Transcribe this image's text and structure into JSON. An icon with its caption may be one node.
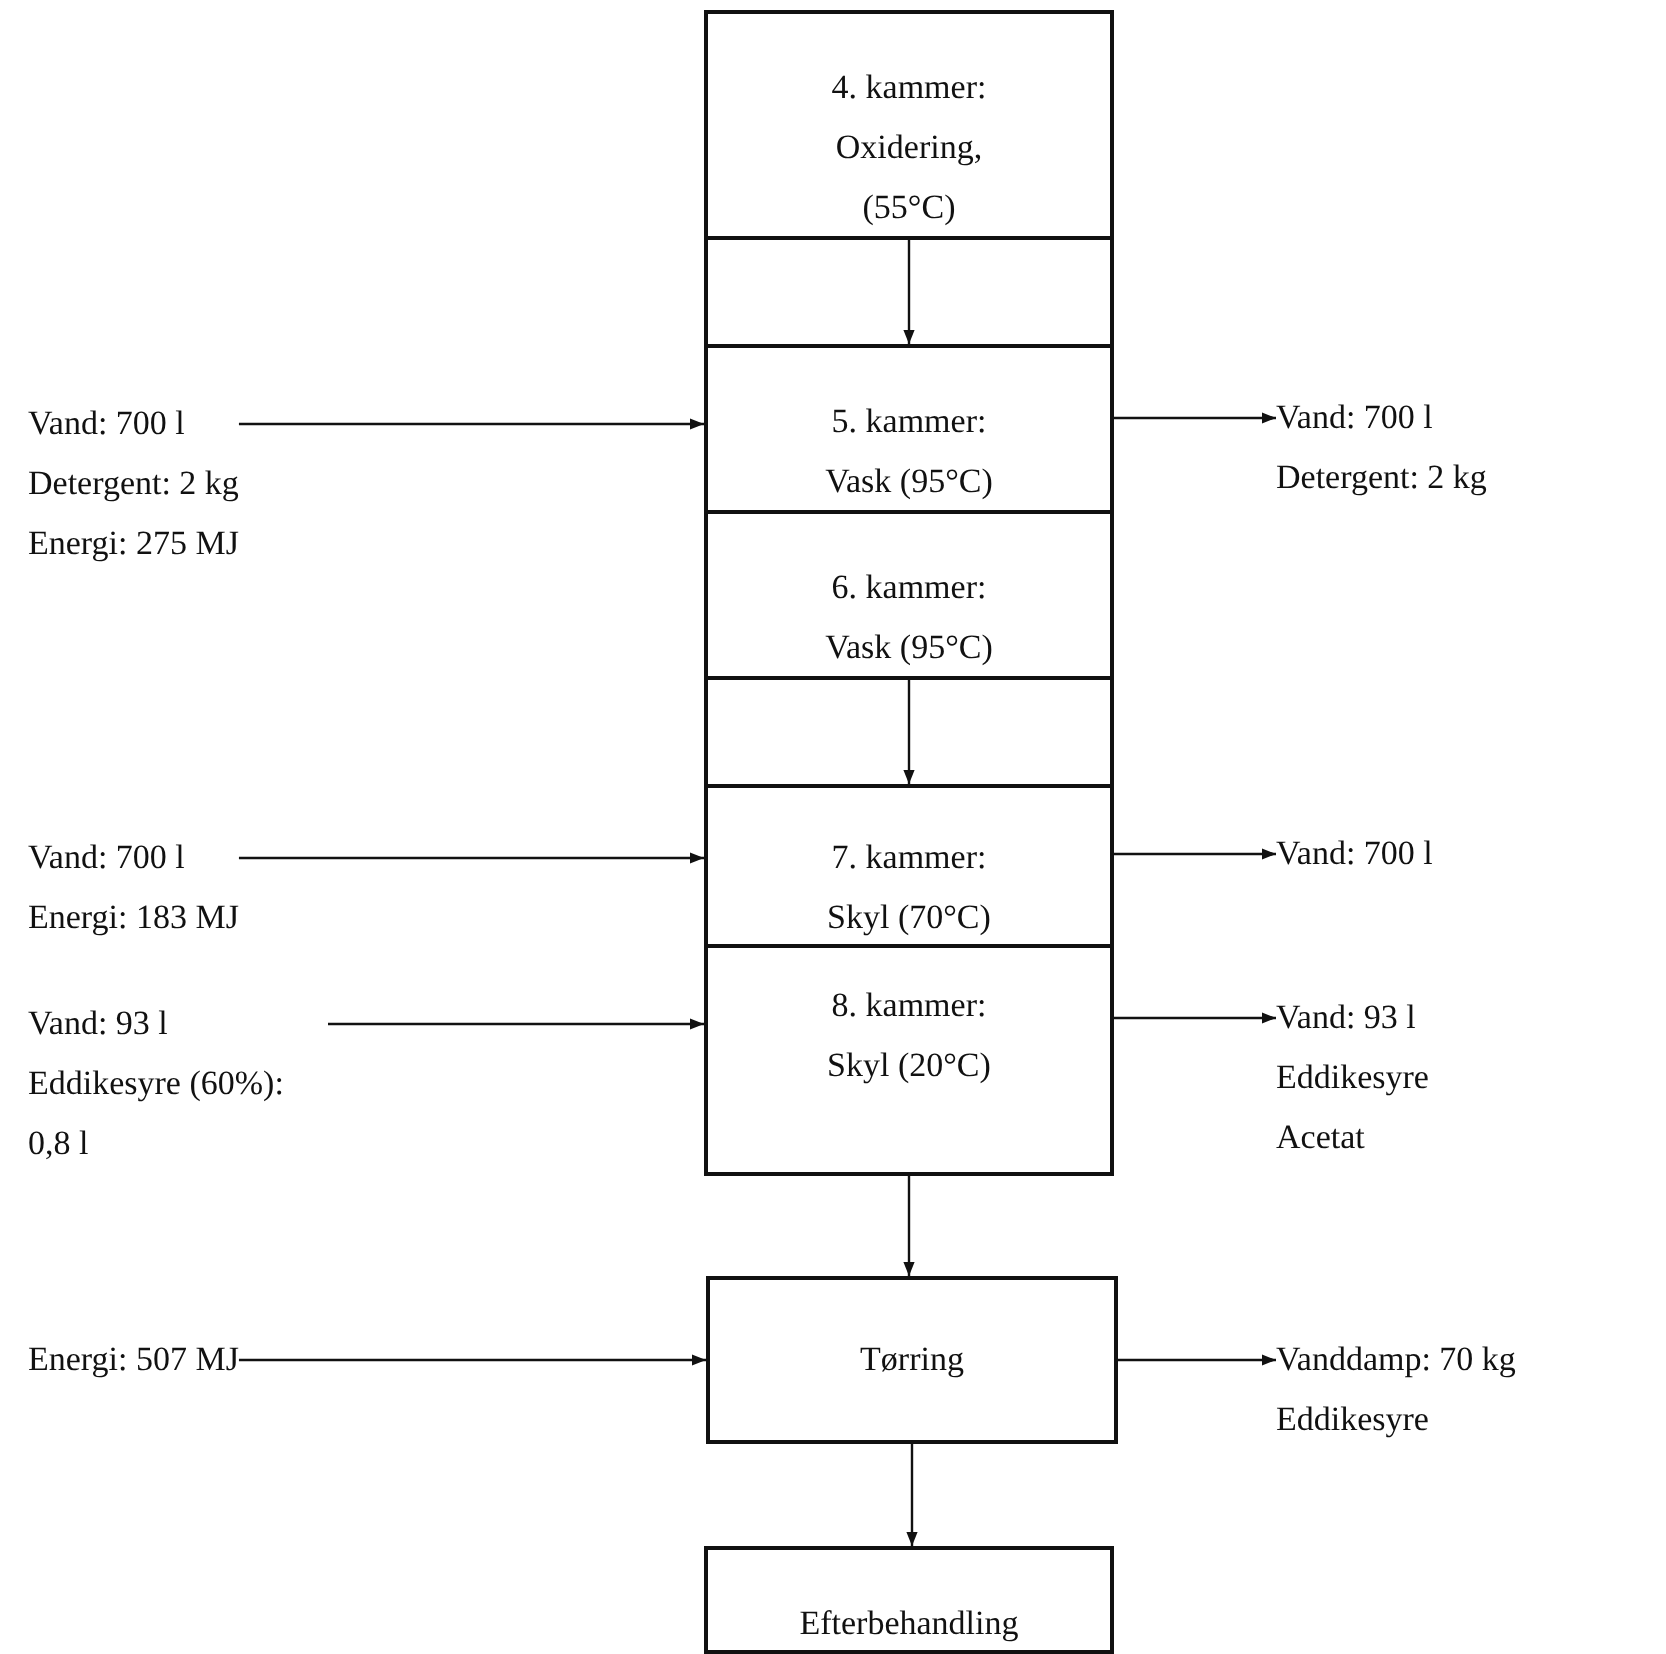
{
  "diagram": {
    "nodes": [
      {
        "text": [
          "4. kammer: Oxidering, (55°C)"
        ]
      },
      {
        "text": [
          "5. kammer: Vask (95°C)"
        ]
      },
      {
        "text": [
          "6. kammer: Vask (95°C)"
        ]
      },
      {
        "text": [
          "7. kammer: Skyl (70°C)"
        ]
      },
      {
        "text": [
          "8. kammer: Skyl (20°C)"
        ]
      },
      {
        "text": [
          "Tørring"
        ]
      },
      {
        "text": [
          "Efterbehandling"
        ]
      },
      {
        "text": [
          "Vand: 700 l",
          "Detergent: 2 kg",
          "Energi: 275 MJ"
        ]
      },
      {
        "text": [
          "Vand: 700 l",
          "Detergent: 2 kg"
        ]
      },
      {
        "text": [
          "Vand: 700 l",
          "Energi: 183 MJ"
        ]
      },
      {
        "text": [
          "Vand: 700 l"
        ]
      },
      {
        "text": [
          "Vand: 93 l",
          "Eddikesyre (60%): 0,8 l"
        ]
      },
      {
        "text": [
          "Vand: 93 l",
          "Eddikesyre",
          "Acetat"
        ]
      },
      {
        "text": [
          "Energi: 507 MJ"
        ]
      },
      {
        "text": [
          "Vanddamp: 70 kg",
          "Eddikesyre"
        ]
      }
    ],
    "edges": [
      {
        "from": 0,
        "to": 1,
        "arrow": "to"
      },
      {
        "from": 2,
        "to": 3,
        "arrow": "to"
      },
      {
        "from": 4,
        "to": 5,
        "arrow": "to"
      },
      {
        "from": 5,
        "to": 6,
        "arrow": "to"
      },
      {
        "from": 7,
        "to": 1,
        "arrow": "to"
      },
      {
        "from": 1,
        "to": 8,
        "arrow": "to"
      },
      {
        "from": 9,
        "to": 3,
        "arrow": "to"
      },
      {
        "from": 3,
        "to": 10,
        "arrow": "to"
      },
      {
        "from": 11,
        "to": 4,
        "arrow": "to"
      },
      {
        "from": 4,
        "to": 12,
        "arrow": "to"
      },
      {
        "from": 13,
        "to": 5,
        "arrow": "to"
      },
      {
        "from": 5,
        "to": 14,
        "arrow": "to"
      }
    ]
  }
}
